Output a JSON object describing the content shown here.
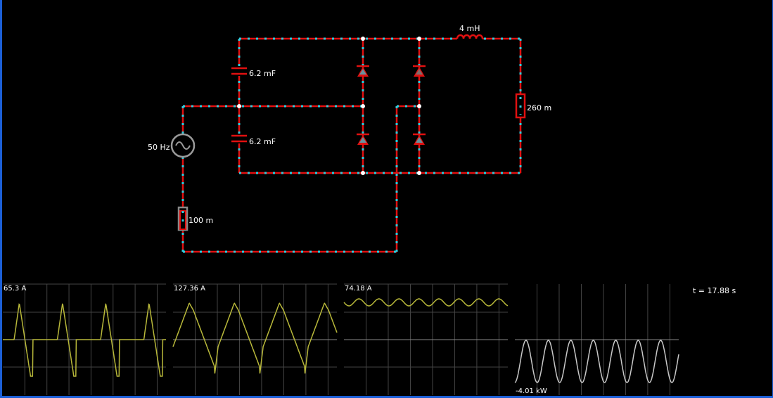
{
  "circuit": {
    "source_label": "50 Hz",
    "cap_top_label": "6.2 mF",
    "cap_bottom_label": "6.2 mF",
    "inductor_label": "4 mH",
    "load_resistor_label": "260 m",
    "series_resistor_label": "100 m"
  },
  "scopes": [
    {
      "label": "65.3 A",
      "kind": "half-rectified",
      "trace_color": "#b8b83a"
    },
    {
      "label": "127.36 A",
      "kind": "sawtooth",
      "trace_color": "#b8b83a"
    },
    {
      "label": "74.18 A",
      "kind": "ripple",
      "trace_color": "#b8b83a"
    },
    {
      "label": "-4.01 kW",
      "kind": "power",
      "trace_color": "#c8c8c8"
    }
  ],
  "time_readout": "t = 17.88 s",
  "colors": {
    "wire": "#e01010",
    "current_dots": "#33ccdd",
    "trace": "#b8b83a",
    "power_trace": "#c8c8c8"
  }
}
